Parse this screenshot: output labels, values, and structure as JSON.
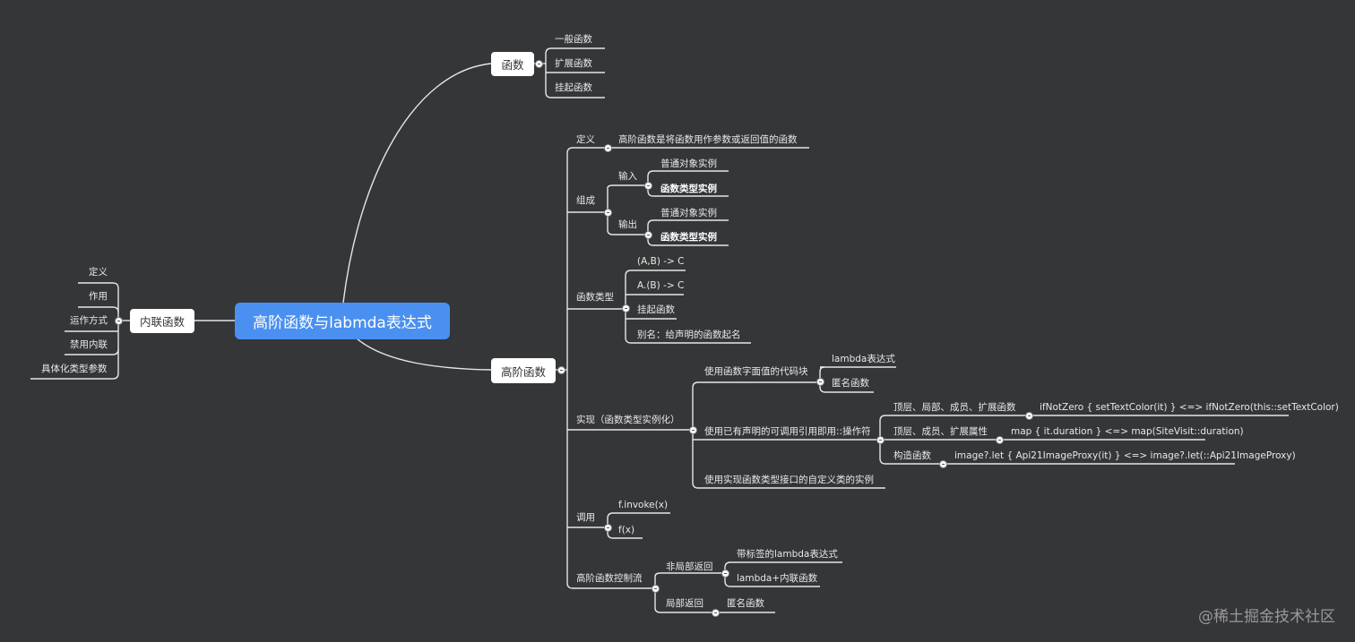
{
  "root": {
    "label": "高阶函数与labmda表达式"
  },
  "left": {
    "node": "内联函数",
    "children": [
      "定义",
      "作用",
      "运作方式",
      "禁用内联",
      "具体化类型参数"
    ]
  },
  "fn": {
    "node": "函数",
    "children": [
      "一般函数",
      "扩展函数",
      "挂起函数"
    ]
  },
  "hof": {
    "node": "高阶函数",
    "def": {
      "label": "定义",
      "child": "高阶函数是将函数用作参数或返回值的函数"
    },
    "compose": {
      "label": "组成",
      "input": {
        "label": "输入",
        "children": [
          "普通对象实例",
          "函数类型实例"
        ]
      },
      "output": {
        "label": "输出",
        "children": [
          "普通对象实例",
          "函数类型实例"
        ]
      }
    },
    "types": {
      "label": "函数类型",
      "children": [
        "(A,B) -> C",
        "A.(B) -> C",
        "挂起函数",
        "别名：给声明的函数起名"
      ]
    },
    "impl": {
      "label": "实现（函数类型实例化）",
      "literal": {
        "label": "使用函数字面值的代码块",
        "children": [
          "lambda表达式",
          "匿名函数"
        ]
      },
      "ref": {
        "label": "使用已有声明的可调用引用即用::操作符",
        "children": [
          {
            "label": "顶层、局部、成员、扩展函数",
            "example": "ifNotZero { setTextColor(it) } <=> ifNotZero(this::setTextColor)"
          },
          {
            "label": "顶层、成员、扩展属性",
            "example": "map { it.duration } <=> map(SiteVisit::duration)"
          },
          {
            "label": "构造函数",
            "example": "image?.let { Api21ImageProxy(it) } <=> image?.let(::Api21ImageProxy)"
          }
        ]
      },
      "custom": {
        "label": "使用实现函数类型接口的自定义类的实例"
      }
    },
    "call": {
      "label": "调用",
      "children": [
        "f.invoke(x)",
        "f(x)"
      ]
    },
    "flow": {
      "label": "高阶函数控制流",
      "nonlocal": {
        "label": "非局部返回",
        "children": [
          "带标签的lambda表达式",
          "lambda+内联函数"
        ]
      },
      "local": {
        "label": "局部返回",
        "child": "匿名函数"
      }
    }
  },
  "watermark": "@稀土掘金技术社区"
}
